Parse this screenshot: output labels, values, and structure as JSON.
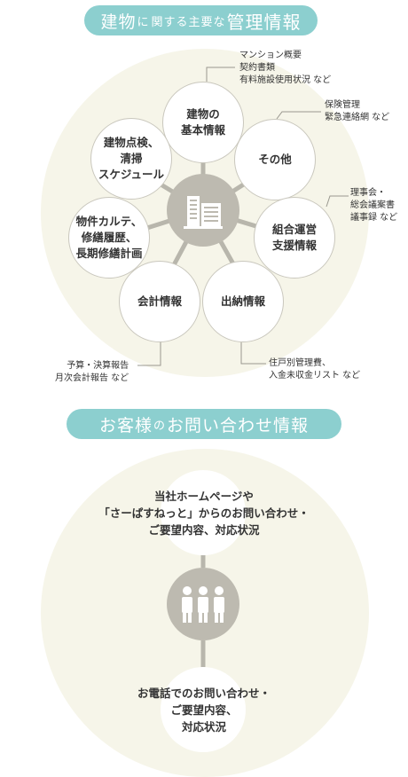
{
  "section1": {
    "title_parts": [
      "建物",
      "に",
      "関する主要な",
      "管理情報"
    ],
    "center_icon": "building-icon",
    "nodes": {
      "basic": "建物の\n基本情報",
      "other": "その他",
      "union": "組合運営\n支援情報",
      "cashflow": "出納情報",
      "accounting": "会計情報",
      "karte": "物件カルテ、\n修繕履歴、\n長期修繕計画",
      "inspection": "建物点検、\n清掃\nスケジュール"
    },
    "notes": {
      "basic": "マンション概要\n契約書類\n有料施設使用状況 など",
      "other": "保険管理\n緊急連絡網 など",
      "union": "理事会・\n総会議案書\n議事録 など",
      "cashflow": "住戸別管理費、\n入金未収金リスト など",
      "accounting": "予算・決算報告\n月次会計報告 など"
    }
  },
  "section2": {
    "title_parts": [
      "お客様",
      "の",
      "お問い合わせ情報"
    ],
    "center_icon": "people-icon",
    "top_text": "当社ホームページや\n「さーぱすねっと」からのお問い合わせ・\nご要望内容、対応状況",
    "bottom_text": "お電話でのお問い合わせ・\nご要望内容、\n対応状況"
  },
  "colors": {
    "accent": "#8ccfcf",
    "background_circle": "#f6f5e9",
    "icon_gray": "#bdbab0",
    "node_border": "#c9c7bd",
    "connector": "#b8b6ac"
  }
}
